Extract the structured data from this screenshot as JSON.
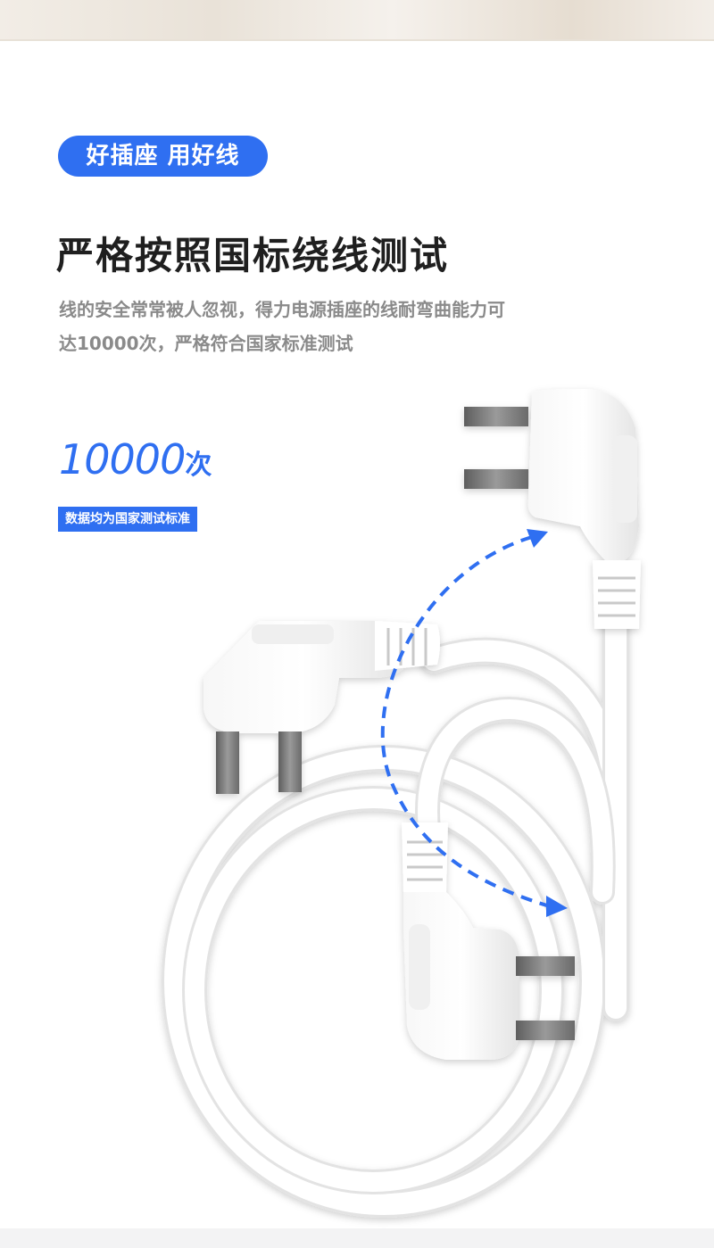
{
  "badge": {
    "label": "好插座 用好线"
  },
  "headline": {
    "title": "严格按照国标绕线测试"
  },
  "description": {
    "line1": "线的安全常常被人忽视，得力电源插座的线耐弯曲能力可",
    "line2": "达10000次，严格符合国家标准测试"
  },
  "stat": {
    "value": "10000",
    "unit": "次",
    "note": "数据均为国家测试标准"
  },
  "colors": {
    "accent": "#2f6ff1",
    "headline": "#1f1f1f",
    "body_text": "#8a8a8a",
    "cable": "#ffffff",
    "prong": "#7a7a7a"
  },
  "illustration": {
    "subject": "white-power-cord-with-two-plugs",
    "arrow": "blue-dashed-curved-arrow"
  }
}
